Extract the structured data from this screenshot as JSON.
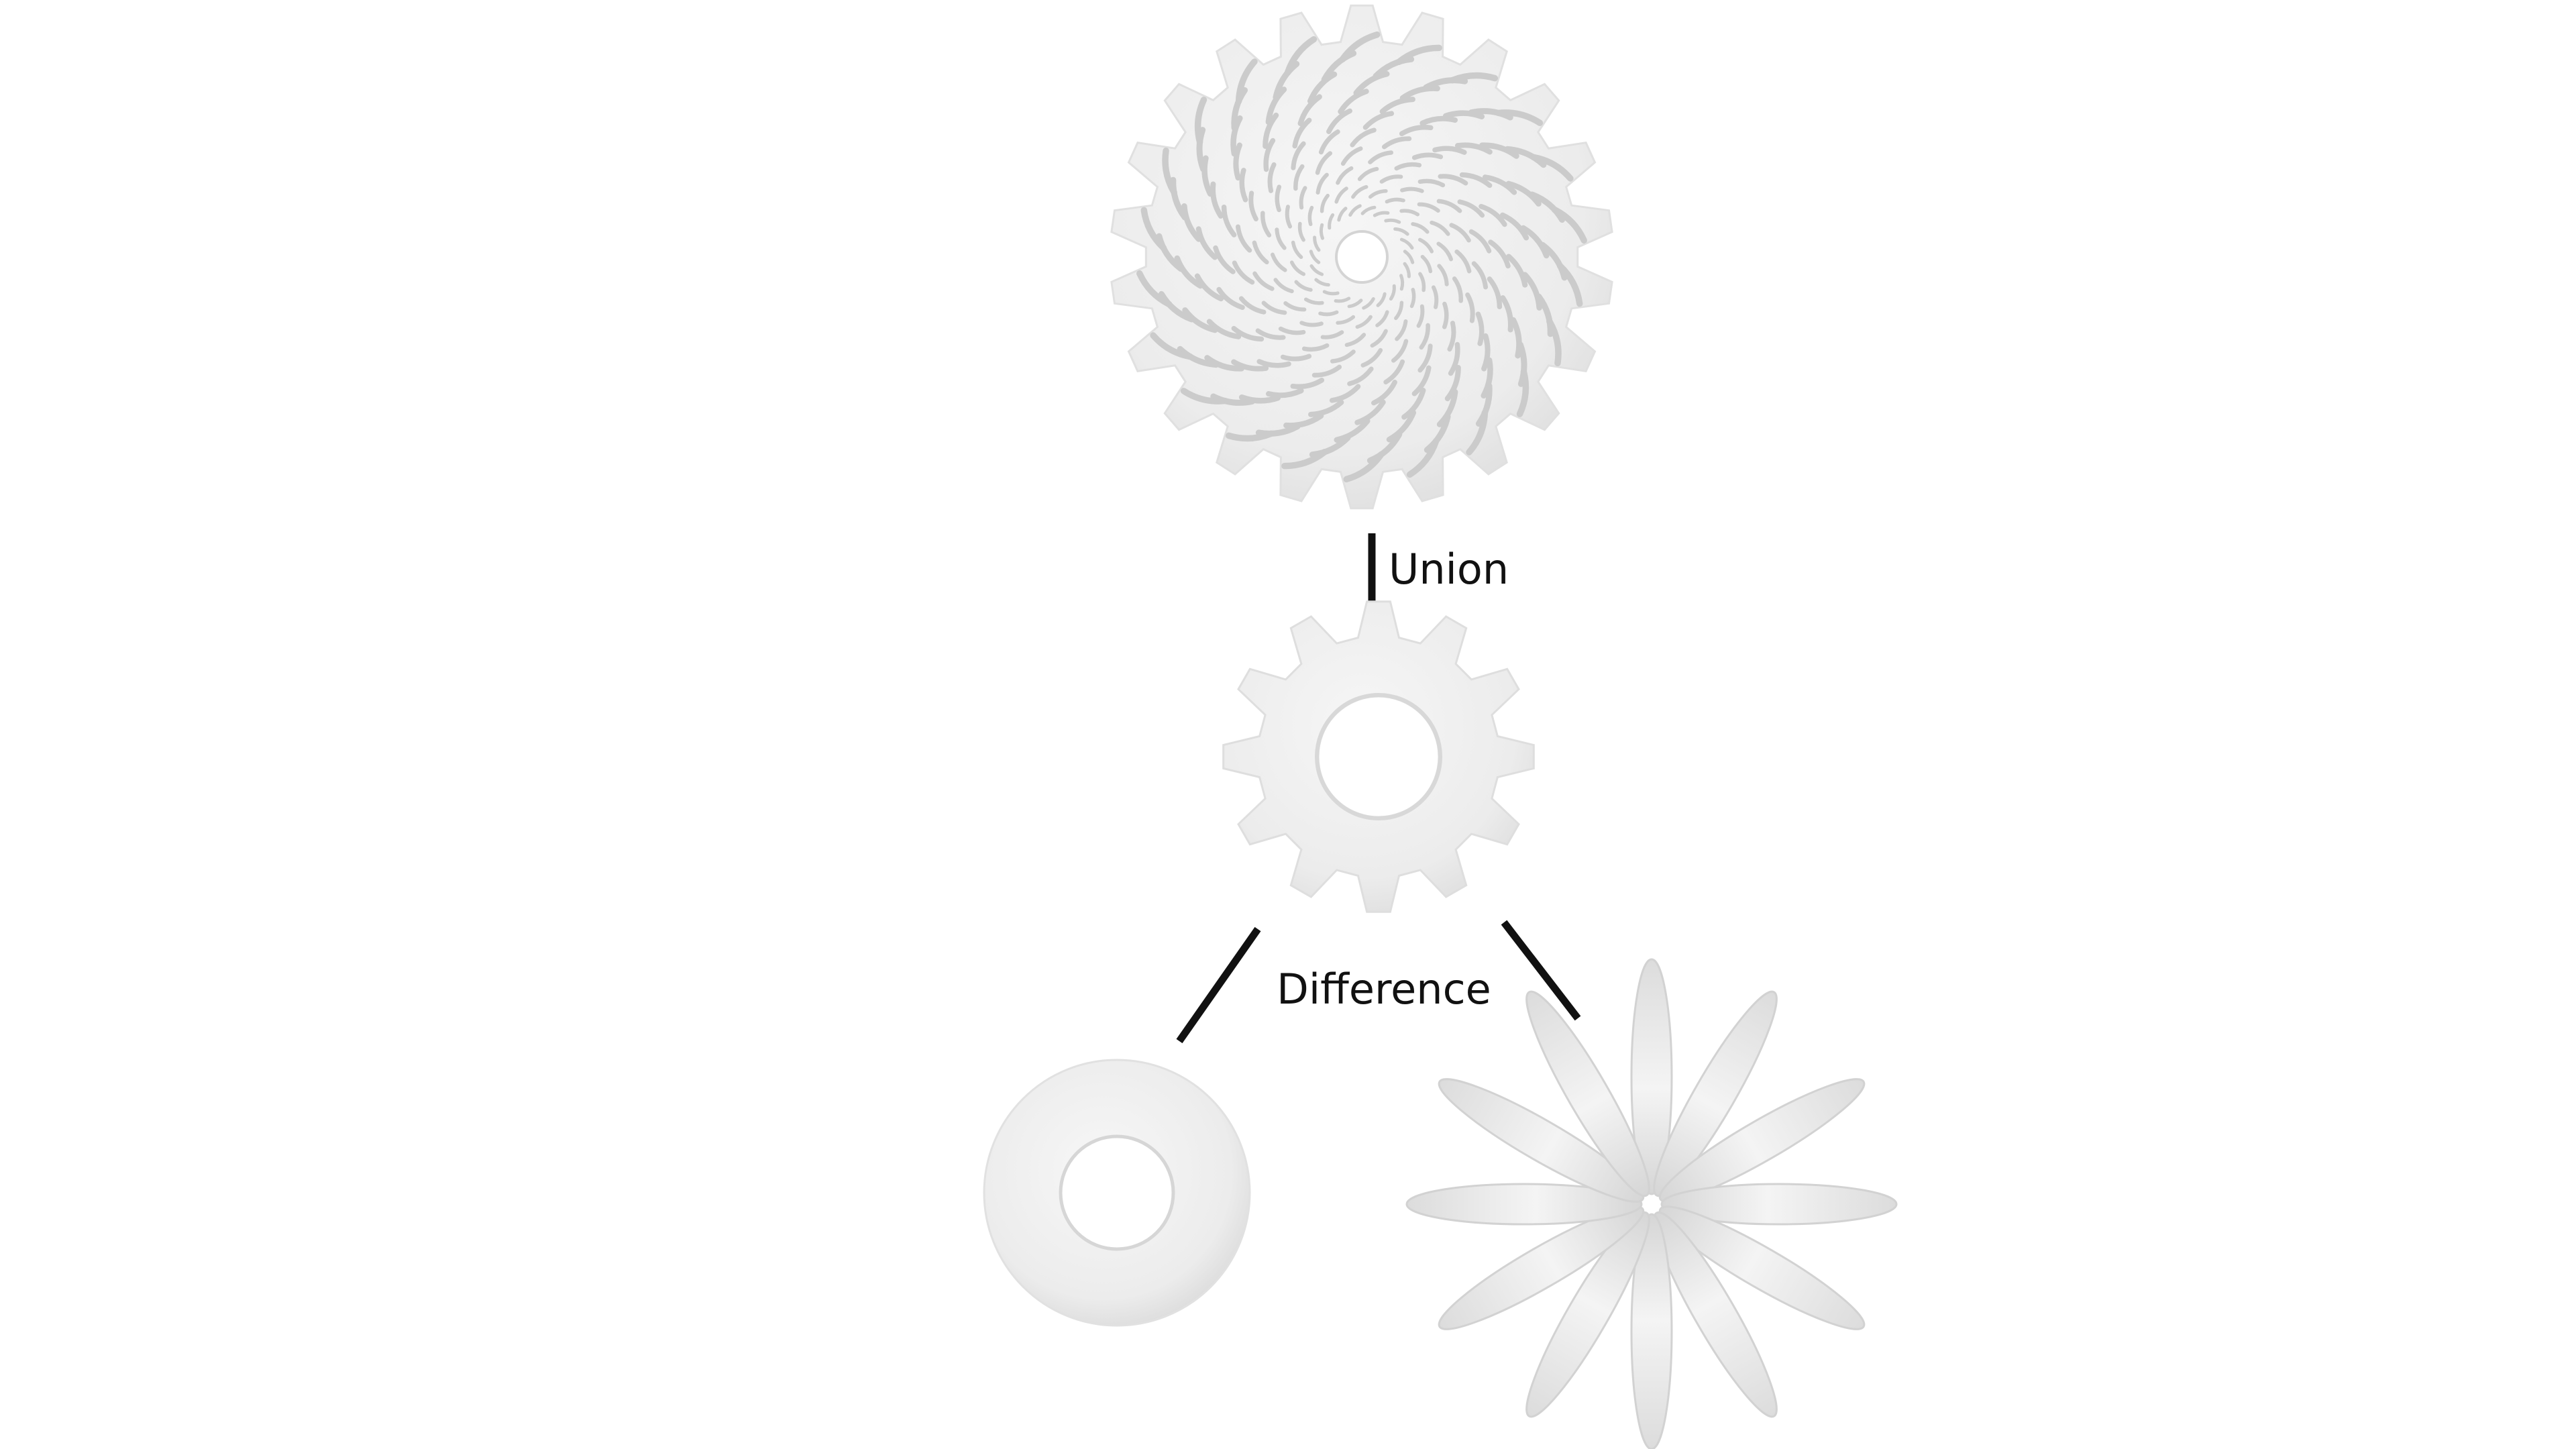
{
  "operations": {
    "union": {
      "label": "Union"
    },
    "difference": {
      "label": "Difference"
    }
  },
  "shapes": {
    "result": {
      "teeth": 22,
      "cutout_rows": 10
    },
    "gear": {
      "teeth": 12
    },
    "ring": {},
    "petals": {
      "count": 12
    }
  },
  "colors": {
    "background": "#ffffff",
    "solid": "#eeeeee",
    "shade": "#cfcfcf",
    "line": "#111111"
  }
}
